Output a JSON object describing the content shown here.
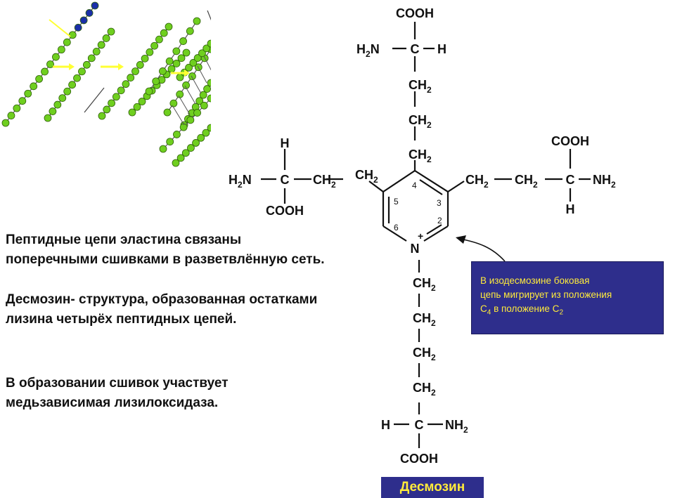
{
  "paragraphs": {
    "p1_line1": "Пептидные цепи эластина связаны",
    "p1_line2": "поперечными сшивками в разветвлённую сеть.",
    "p2_line1": "Десмозин- структура, образованная остатками",
    "p2_line2": "лизина  четырёх пептидных цепей.",
    "p3_line1": "В образовании сшивок участвует",
    "p3_line2": "медьзависимая лизилоксидаза."
  },
  "callout": {
    "line1": "В изодесмозине боковая",
    "line2": "цепь мигрирует из положения",
    "line3_prefix": "С",
    "line3_sub1": "4",
    "line3_mid": " в положение С",
    "line3_sub2": "2"
  },
  "caption": "Десмозин",
  "formula": {
    "cooh": "COOH",
    "h": "H",
    "h2n_H2": "H",
    "h2n_2": "2",
    "h2n_N": "N",
    "nh2_N": "NH",
    "nh2_2": "2",
    "c": "C",
    "ch2_CH": "CH",
    "ch2_2": "2",
    "ring_n": "N",
    "ring_plus": "+",
    "pos2": "2",
    "pos3": "3",
    "pos4": "4",
    "pos5": "5",
    "pos6": "6"
  },
  "colors": {
    "box_bg": "#2e2e8c",
    "box_text": "#ffeb3b",
    "bead_green": "#6fcf1f",
    "bead_blue": "#1a2fa8",
    "arrow_yellow": "#ffff33"
  }
}
